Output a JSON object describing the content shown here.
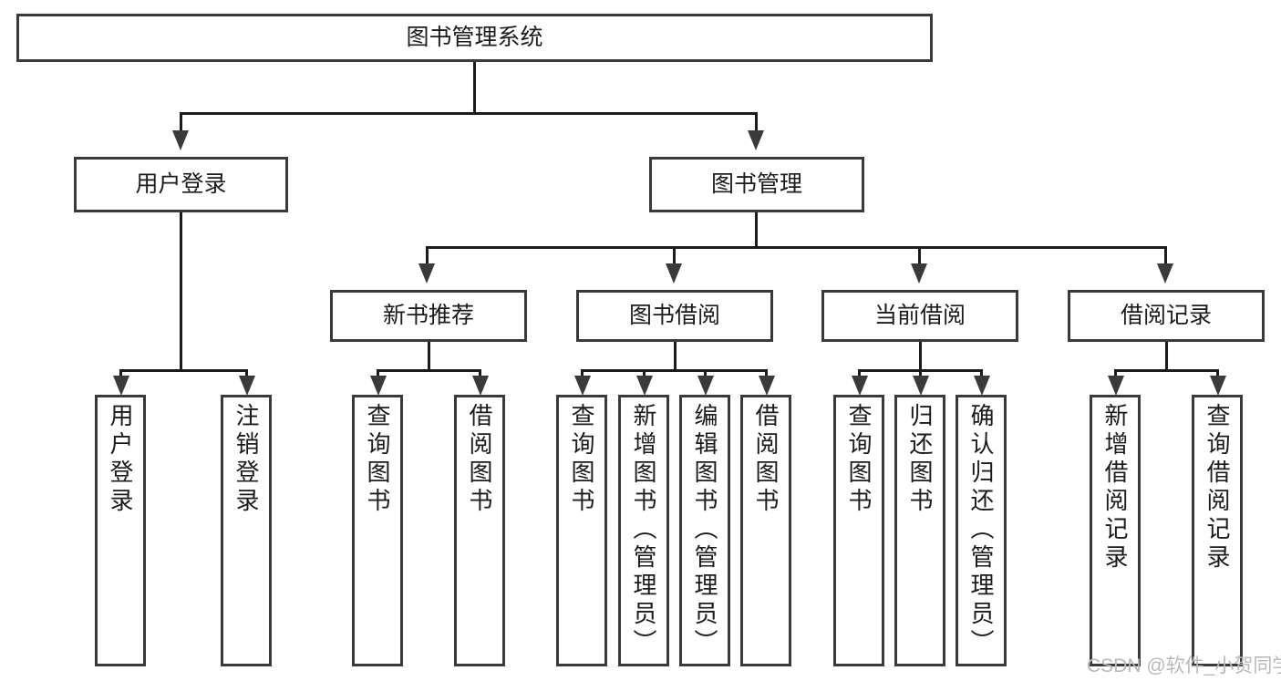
{
  "diagram": {
    "type": "tree",
    "title": "图书管理系统",
    "levels": {
      "root": {
        "label": "图书管理系统"
      },
      "level2": [
        {
          "label": "用户登录"
        },
        {
          "label": "图书管理"
        }
      ],
      "level3": [
        {
          "label": "新书推荐"
        },
        {
          "label": "图书借阅"
        },
        {
          "label": "当前借阅"
        },
        {
          "label": "借阅记录"
        }
      ],
      "leaves": {
        "user_login": [
          {
            "label": "用户登录"
          },
          {
            "label": "注销登录"
          }
        ],
        "new_book": [
          {
            "label": "查询图书"
          },
          {
            "label": "借阅图书"
          }
        ],
        "book_borrow": [
          {
            "label": "查询图书"
          },
          {
            "label": "新增图书（管理员）"
          },
          {
            "label": "编辑图书（管理员）"
          },
          {
            "label": "借阅图书"
          }
        ],
        "current_borrow": [
          {
            "label": "查询图书"
          },
          {
            "label": "归还图书"
          },
          {
            "label": "确认归还（管理员）"
          }
        ],
        "borrow_record": [
          {
            "label": "新增借阅记录"
          },
          {
            "label": "查询借阅记录"
          }
        ]
      }
    },
    "colors": {
      "box_border": "#3a3a3a",
      "box_fill": "#ffffff",
      "line": "#1b1b1b",
      "text": "#1b1b1b",
      "watermark": "#b9b9b9"
    }
  },
  "watermark": {
    "text": "CSDN @软件_小贺同学"
  }
}
